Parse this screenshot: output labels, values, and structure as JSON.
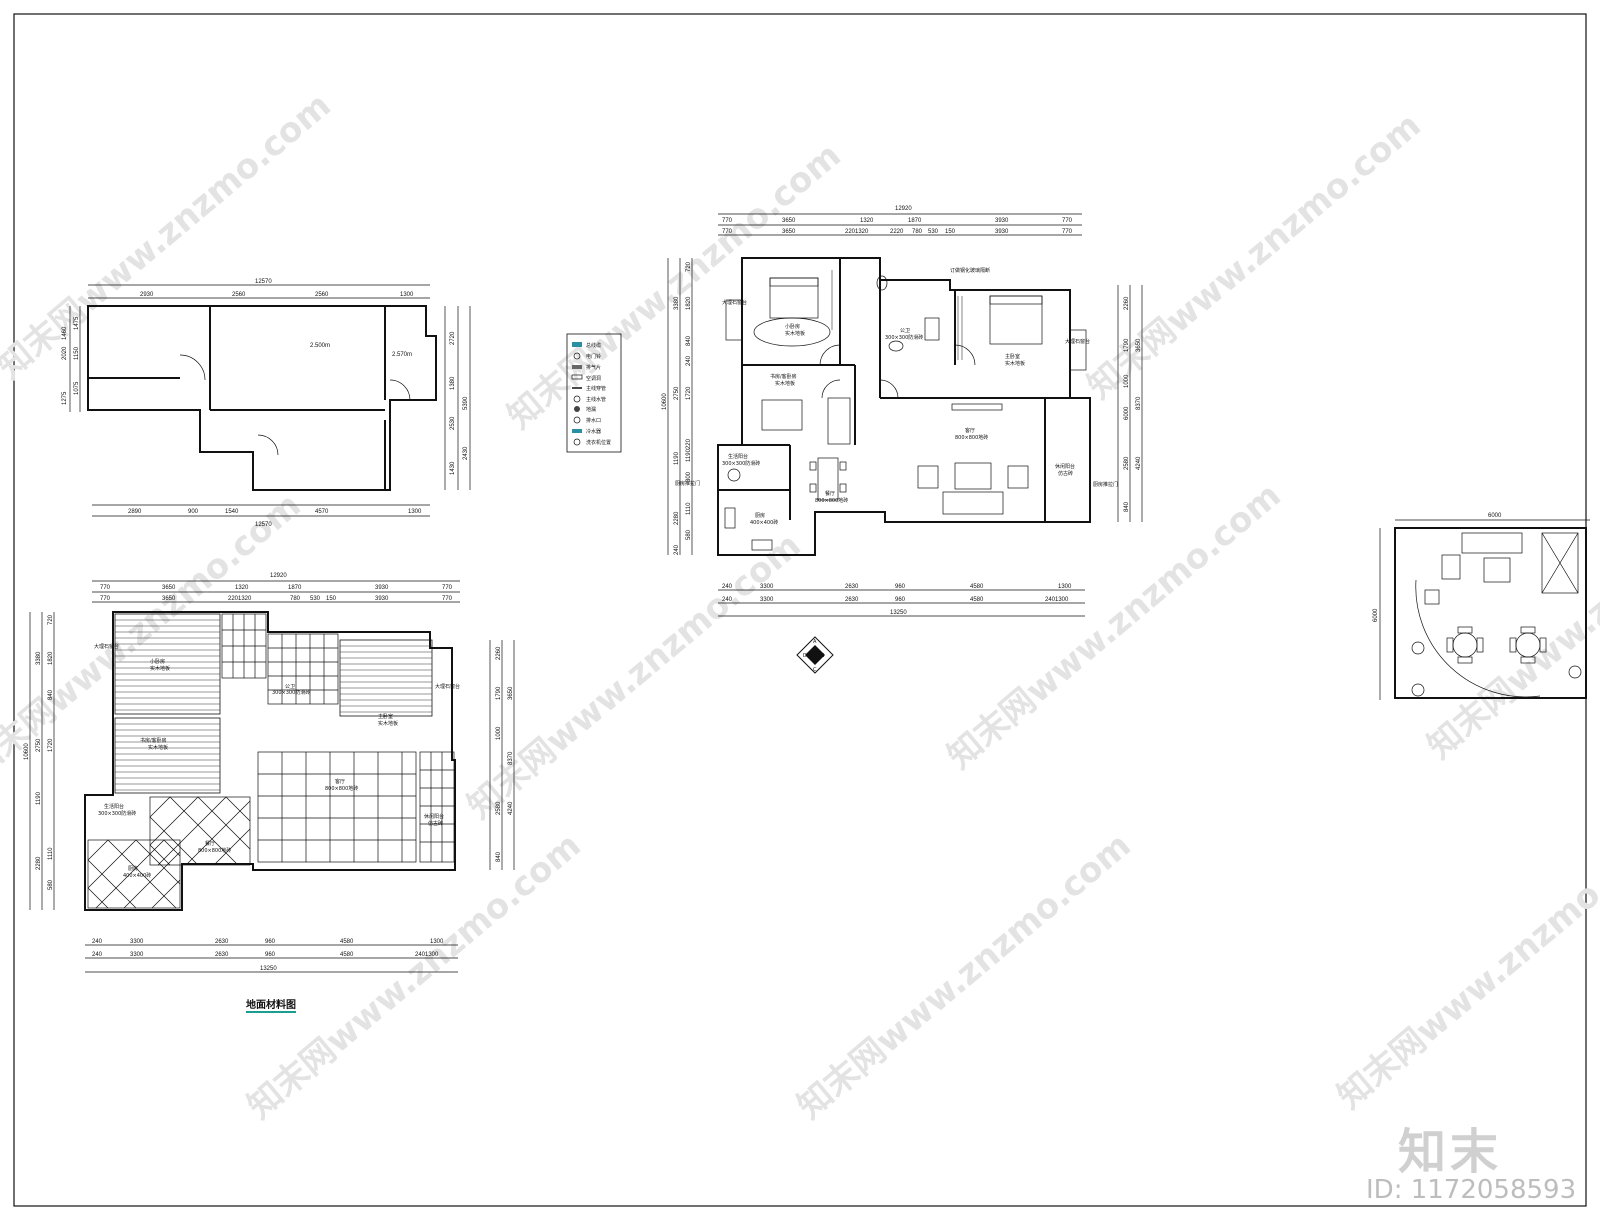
{
  "watermark": {
    "text": "知末网www.znzmo.com",
    "brand": "知末",
    "image_id": "ID: 1172058593"
  },
  "plan_original": {
    "heights": [
      "2.500m",
      "2.570m"
    ],
    "top_total": "12570",
    "top_segments": [
      "2930",
      "2560",
      "2560",
      "1300"
    ],
    "bottom_total": "12570",
    "bottom_segments": [
      "2890",
      "900",
      "1540",
      "4570",
      "1300"
    ],
    "left_dims": [
      "1475",
      "1150",
      "1075",
      "2020",
      "1460",
      "1275"
    ],
    "right_dims": [
      "2720",
      "1380",
      "2530",
      "1430",
      "2430",
      "5390"
    ]
  },
  "plan_layout": {
    "total_top": "12920",
    "top_row1": [
      "770",
      "3650",
      "1320",
      "1870",
      "3930",
      "770"
    ],
    "top_row2": [
      "770",
      "3650",
      "2201320",
      "2220",
      "780",
      "530",
      "150",
      "3930",
      "770"
    ],
    "bottom_row1": [
      "240",
      "3300",
      "2630",
      "960",
      "4580",
      "1300"
    ],
    "bottom_row2": [
      "240",
      "3300",
      "2630",
      "960",
      "4580",
      "2401300"
    ],
    "bottom_total": "13250",
    "left_total": "10600",
    "left_dims": [
      "720",
      "3380",
      "1820",
      "840",
      "240",
      "2750",
      "1720",
      "1190",
      "1190220",
      "300",
      "2280",
      "1110",
      "580",
      "240"
    ],
    "right_total": "8370",
    "right_dims": [
      "2260",
      "1790",
      "3650",
      "1000",
      "6000",
      "2580",
      "4240",
      "840"
    ],
    "rooms": {
      "second_bedroom": "小卧房",
      "second_bedroom_floor": "实木地板",
      "study": "书房/客卧房",
      "study_floor": "实木地板",
      "bathroom": "公卫",
      "bathroom_floor": "300×300防滑砖",
      "master_bedroom": "主卧室",
      "master_floor": "实木地板",
      "living": "客厅",
      "living_floor": "800×800地砖",
      "dining": "餐厅",
      "dining_floor": "800×800地砖",
      "kitchen": "厨房",
      "kitchen_floor": "400×400砖",
      "balcony": "生活阳台",
      "balcony_floor": "300×300防滑砖",
      "leisure_balcony": "休闲阳台",
      "leisure_floor": "仿古砖",
      "bay1": "大理石窗台",
      "bay2": "大理石窗台",
      "note_top": "订做钢化玻璃隔断",
      "note_door": "厨房推拉门",
      "note_balcony_door": "厨房推拉门"
    },
    "compass": [
      "A",
      "B",
      "C",
      "D"
    ]
  },
  "legend": {
    "items": [
      "总线缆",
      "电门铃",
      "排气片",
      "空调洞",
      "主线穿管",
      "主线水管",
      "地漏",
      "排水口",
      "冷水器",
      "洗衣机位置"
    ]
  },
  "plan_floor": {
    "total_top": "12920",
    "top_row1": [
      "770",
      "3650",
      "1320",
      "1870",
      "3930",
      "770"
    ],
    "top_row2": [
      "770",
      "3650",
      "2201320",
      "780",
      "530",
      "150",
      "3930",
      "770"
    ],
    "bottom_row1": [
      "240",
      "3300",
      "2630",
      "960",
      "4580",
      "1300"
    ],
    "bottom_row2": [
      "240",
      "3300",
      "2630",
      "960",
      "4580",
      "2401300"
    ],
    "bottom_total": "13250",
    "title": "地面材料图"
  },
  "balcony_detail": {
    "width": "6000",
    "height": "6000"
  }
}
